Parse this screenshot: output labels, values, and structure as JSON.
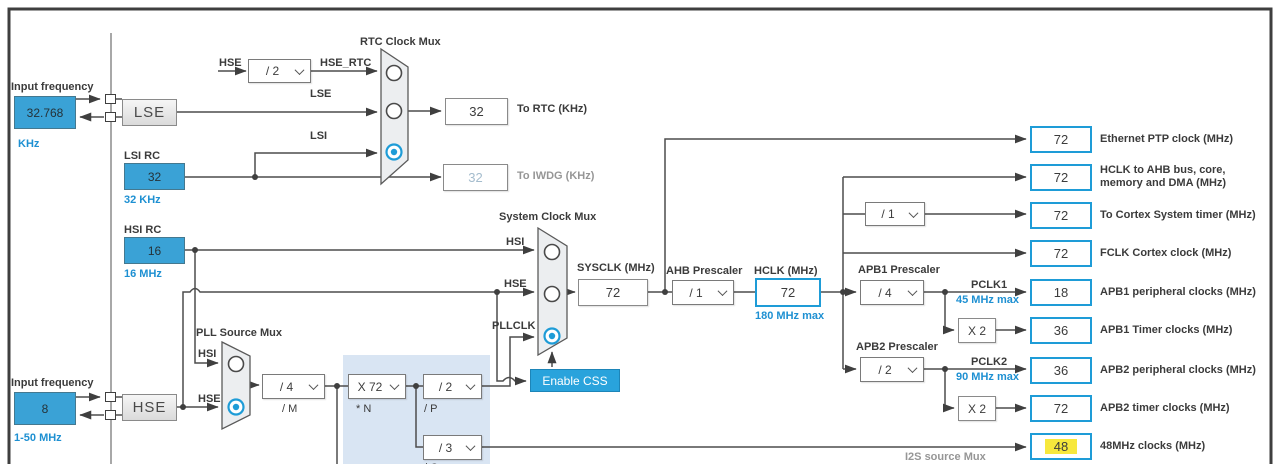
{
  "colors": {
    "accent_blue": "#1e9cd7",
    "source_fill_blue": "#3aa2d6",
    "info_text_blue": "#1e90d2",
    "highlight_yellow": "#f7e83c",
    "css_button_blue": "#29a3dc"
  },
  "left": {
    "lse_input": {
      "label": "Input frequency",
      "value": "32.768",
      "unit": "KHz"
    },
    "lse_box": "LSE",
    "lsi": {
      "title": "LSI RC",
      "value": "32",
      "freq": "32 KHz"
    },
    "hsi": {
      "title": "HSI RC",
      "value": "16",
      "freq": "16 MHz"
    },
    "hse_input": {
      "label": "Input frequency",
      "value": "8",
      "range": "1-50 MHz"
    },
    "hse_box": "HSE"
  },
  "rtc": {
    "title": "RTC Clock Mux",
    "hse_label": "HSE",
    "hse_divider": "/ 2",
    "hse_rtc_label": "HSE_RTC",
    "lse_label": "LSE",
    "lsi_label": "LSI",
    "selected": "LSI",
    "to_rtc": {
      "value": "32",
      "label": "To RTC (KHz)"
    },
    "to_iwdg": {
      "value": "32",
      "label": "To IWDG (KHz)"
    }
  },
  "sys": {
    "title": "System Clock Mux",
    "hsi_label": "HSI",
    "hse_label": "HSE",
    "pllclk_label": "PLLCLK",
    "selected": "PLLCLK",
    "css_button": "Enable CSS",
    "sysclk": {
      "label": "SYSCLK (MHz)",
      "value": "72"
    },
    "ahb": {
      "label": "AHB Prescaler",
      "value": "/ 1"
    },
    "hclk": {
      "label": "HCLK (MHz)",
      "value": "72",
      "max": "180 MHz max"
    },
    "cortex_divider": "/ 1"
  },
  "apb1": {
    "label": "APB1 Prescaler",
    "value": "/ 4",
    "pclk": "PCLK1",
    "max": "45 MHz max",
    "mult": "X 2"
  },
  "apb2": {
    "label": "APB2 Prescaler",
    "value": "/ 2",
    "pclk": "PCLK2",
    "max": "90 MHz max",
    "mult": "X 2"
  },
  "pll": {
    "title": "PLL Source Mux",
    "hsi_label": "HSI",
    "hse_label": "HSE",
    "selected": "HSE",
    "m": {
      "value": "/ 4",
      "label": "/ M"
    },
    "n": {
      "value": "X 72",
      "label": "* N"
    },
    "p": {
      "value": "/ 2",
      "label": "/ P"
    },
    "q": {
      "value": "/ 3",
      "label": "/ Q"
    }
  },
  "outputs": [
    {
      "value": "72",
      "label": "Ethernet PTP clock (MHz)"
    },
    {
      "value": "72",
      "label": "HCLK to AHB bus, core,",
      "label2": "memory and DMA (MHz)"
    },
    {
      "value": "72",
      "label": "To Cortex System timer (MHz)"
    },
    {
      "value": "72",
      "label": "FCLK Cortex clock (MHz)"
    },
    {
      "value": "18",
      "label": "APB1 peripheral clocks (MHz)"
    },
    {
      "value": "36",
      "label": "APB1 Timer clocks (MHz)"
    },
    {
      "value": "36",
      "label": "APB2 peripheral clocks (MHz)"
    },
    {
      "value": "72",
      "label": "APB2 timer clocks (MHz)"
    },
    {
      "value": "48",
      "label": "48MHz clocks (MHz)",
      "highlight": true
    }
  ],
  "i2s_mux_label": "I2S source Mux"
}
